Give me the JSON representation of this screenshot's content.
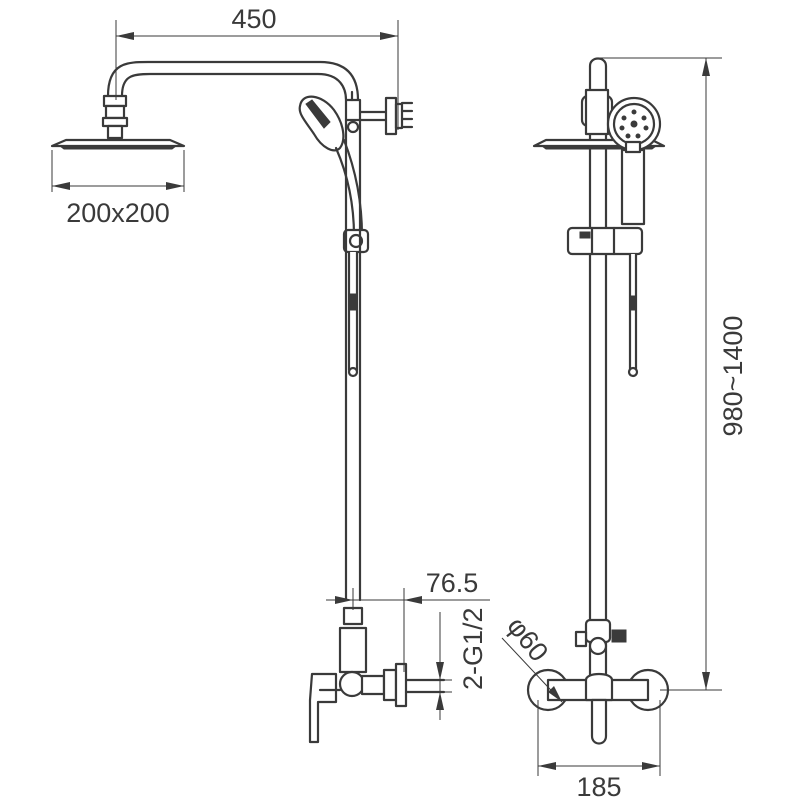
{
  "dimensions": {
    "arm_length": "450",
    "head_size": "200x200",
    "offset": "76.5",
    "inlet_thread": "2-G1/2",
    "height_range": "980~1400",
    "flange_diameter": "φ60",
    "inlet_spacing": "185"
  }
}
